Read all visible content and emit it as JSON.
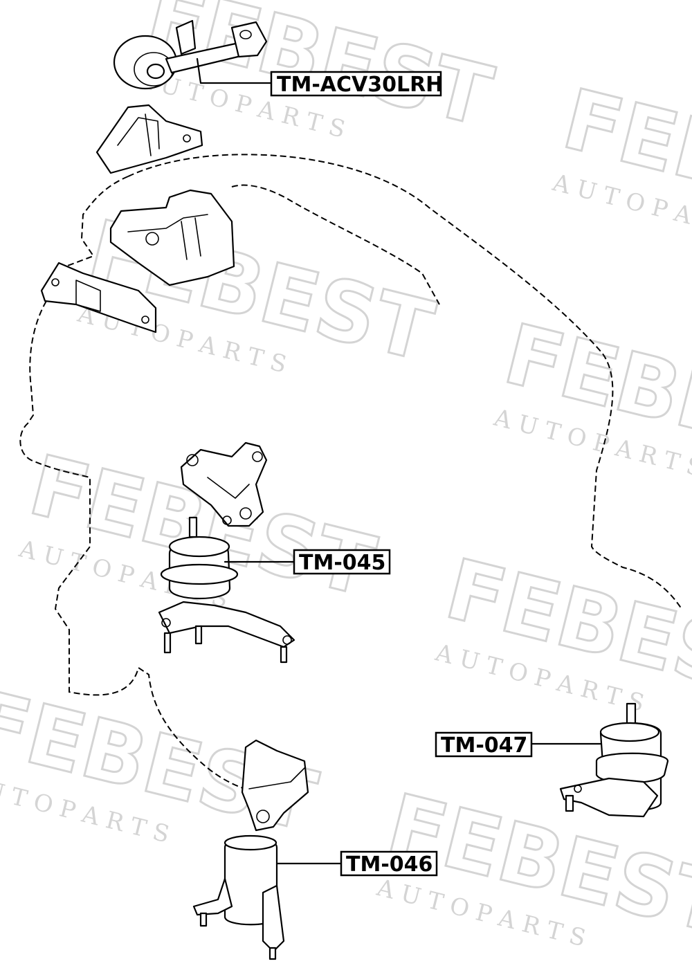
{
  "watermark": {
    "brand": "FEBEST",
    "sub": "A U T O   P A R T S"
  },
  "parts": [
    {
      "id": "p1",
      "label": "TM-ACV30LRH"
    },
    {
      "id": "p2",
      "label": "TM-045"
    },
    {
      "id": "p3",
      "label": "TM-047"
    },
    {
      "id": "p4",
      "label": "TM-046"
    }
  ]
}
